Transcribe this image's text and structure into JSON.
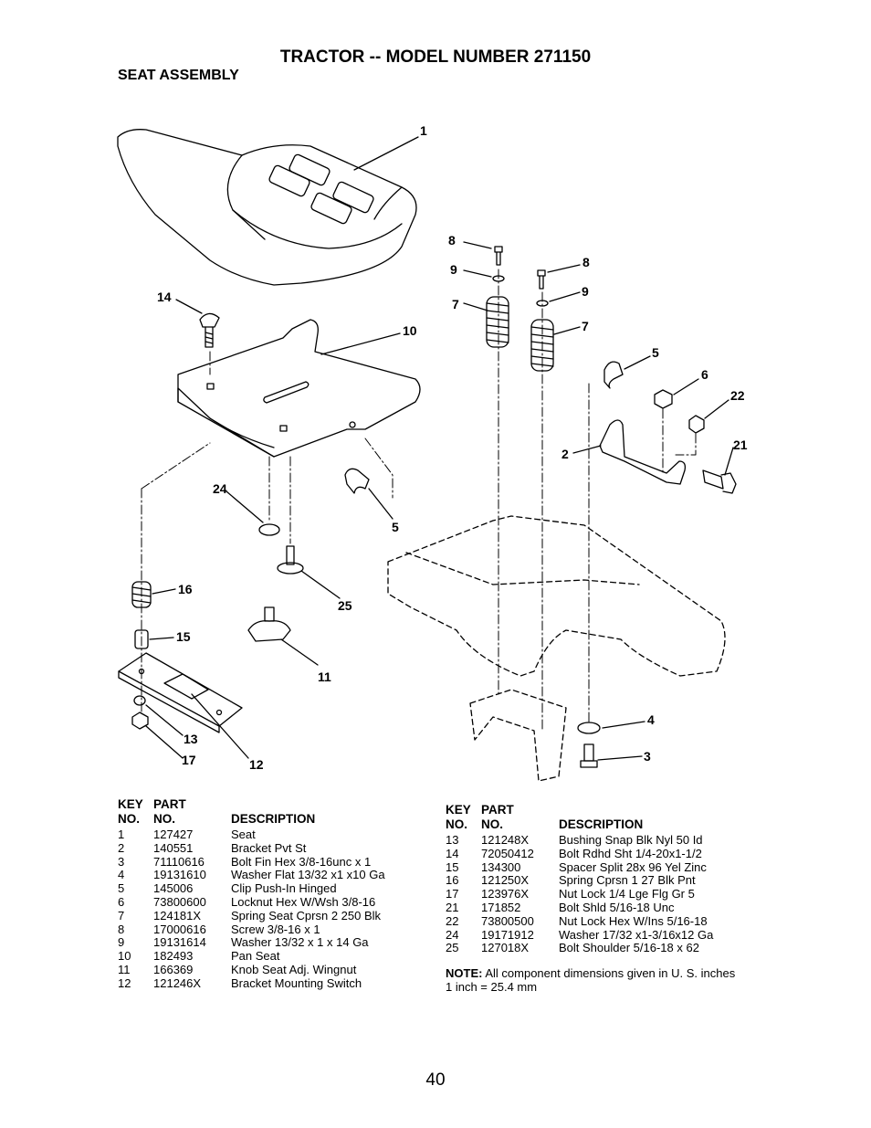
{
  "header": {
    "title": "TRACTOR -- MODEL NUMBER 271150",
    "section": "SEAT ASSEMBLY"
  },
  "diagram": {
    "callouts": [
      "1",
      "14",
      "10",
      "8",
      "9",
      "7",
      "8",
      "9",
      "7",
      "5",
      "6",
      "22",
      "2",
      "21",
      "24",
      "5",
      "16",
      "25",
      "15",
      "11",
      "4",
      "3",
      "13",
      "17",
      "12"
    ]
  },
  "parts_table_left": {
    "col_key": [
      "KEY",
      "NO."
    ],
    "col_part": [
      "PART",
      "NO."
    ],
    "col_desc": "DESCRIPTION",
    "rows": [
      {
        "key": "1",
        "part": "127427",
        "desc": "Seat"
      },
      {
        "key": "2",
        "part": "140551",
        "desc": "Bracket Pvt St"
      },
      {
        "key": "3",
        "part": "71110616",
        "desc": "Bolt Fin Hex 3/8-16unc x 1"
      },
      {
        "key": "4",
        "part": "19131610",
        "desc": "Washer Flat 13/32 x1 x10 Ga"
      },
      {
        "key": "5",
        "part": "145006",
        "desc": "Clip Push-In Hinged"
      },
      {
        "key": "6",
        "part": "73800600",
        "desc": "Locknut Hex W/Wsh  3/8-16"
      },
      {
        "key": "7",
        "part": "124181X",
        "desc": "Spring Seat Cprsn 2 250 Blk"
      },
      {
        "key": "8",
        "part": "17000616",
        "desc": "Screw 3/8-16 x 1"
      },
      {
        "key": "9",
        "part": "19131614",
        "desc": "Washer 13/32 x 1 x 14 Ga"
      },
      {
        "key": "10",
        "part": "182493",
        "desc": "Pan Seat"
      },
      {
        "key": "11",
        "part": "166369",
        "desc": "Knob Seat  Adj. Wingnut"
      },
      {
        "key": "12",
        "part": "121246X",
        "desc": "Bracket Mounting Switch"
      }
    ]
  },
  "parts_table_right": {
    "col_key": [
      "KEY",
      "NO."
    ],
    "col_part": [
      "PART",
      "NO."
    ],
    "col_desc": "DESCRIPTION",
    "rows": [
      {
        "key": "13",
        "part": "121248X",
        "desc": "Bushing Snap Blk Nyl 50 Id"
      },
      {
        "key": "14",
        "part": "72050412",
        "desc": "Bolt Rdhd Sht 1/4-20x1-1/2"
      },
      {
        "key": "15",
        "part": "134300",
        "desc": "Spacer Split 28x 96 Yel Zinc"
      },
      {
        "key": "16",
        "part": "121250X",
        "desc": "Spring Cprsn 1 27 Blk Pnt"
      },
      {
        "key": "17",
        "part": "123976X",
        "desc": "Nut Lock 1/4 Lge Flg Gr 5"
      },
      {
        "key": "21",
        "part": "171852",
        "desc": "Bolt Shld 5/16-18 Unc"
      },
      {
        "key": "22",
        "part": "73800500",
        "desc": "Nut  Lock Hex W/Ins  5/16-18"
      },
      {
        "key": "24",
        "part": "19171912",
        "desc": "Washer 17/32 x1-3/16x12 Ga"
      },
      {
        "key": "25",
        "part": "127018X",
        "desc": "Bolt Shoulder 5/16-18 x 62"
      }
    ]
  },
  "note": {
    "label": "NOTE:",
    "text": " All component dimensions given in U. S. inches 1 inch = 25.4 mm"
  },
  "page_number": "40"
}
